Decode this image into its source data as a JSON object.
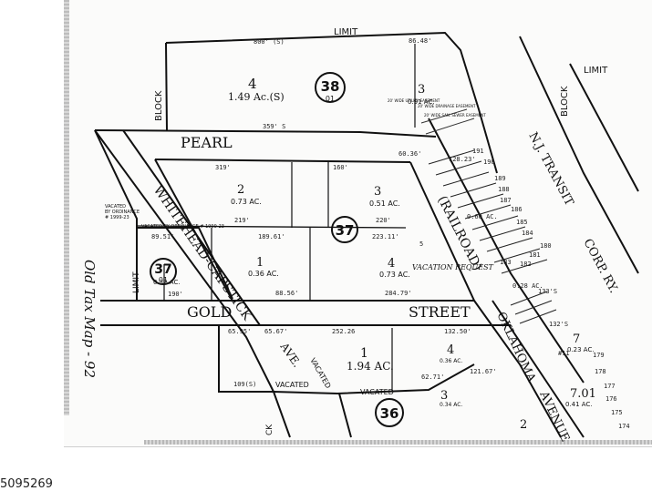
{
  "listing_id": "5095269",
  "margin_note": "Old Tax Map - 92",
  "blocks": {
    "b38": "38",
    "b38_sub": "01",
    "b37": "37",
    "b37_lot": "37",
    "b37_lot_sub": "01",
    "b36": "36"
  },
  "streets": {
    "pearl": "PEARL",
    "gold": "GOLD",
    "street": "STREET",
    "whitehead": "WHITEHEAD-CAPSTICK",
    "railroad": "(RAILROAD)",
    "oklahoma": "OKLAHOMA",
    "avenue": "AVENUE",
    "ave": "AVE.",
    "vacated": "VACATED",
    "nj_transit": "N.J. TRANSIT",
    "corp_ry": "CORP. RY.",
    "limit": "LIMIT",
    "block": "BLOCK",
    "ck": "CK"
  },
  "lots": [
    {
      "id": "4",
      "area": "1.49 Ac.(S)"
    },
    {
      "id": "3",
      "area": "0.91 AC."
    },
    {
      "id": "2",
      "area": "0.73 AC."
    },
    {
      "id": "3",
      "area": "0.51 AC."
    },
    {
      "id": "1",
      "area": "0.36 AC."
    },
    {
      "id": "4",
      "area": "0.73 AC."
    },
    {
      "id": "1",
      "area": "0.32 AC."
    },
    {
      "id": "1",
      "area": "1.94 AC."
    },
    {
      "id": "4",
      "area": "0.36 AC."
    },
    {
      "id": "3",
      "area": "0.34 AC."
    },
    {
      "id": "7",
      "area": "0.23 AC."
    },
    {
      "id": "7.01",
      "area": "0.41 AC."
    },
    {
      "id": "2",
      "area": ""
    }
  ],
  "notes": {
    "vacated_ord": "VACATED BY ORDINANCE # 1999-23",
    "vacated_by": "VACATED",
    "by_ordinance": "BY ORDINANCE",
    "ord_no": "# 1999-23",
    "vacation_request": "VACATION REQUEST",
    "easement_util": "20' WIDE UTILITY EASEMENT",
    "easement_drain": "20' WIDE DRAINAGE EASEMENT",
    "easement_sewer": "20' WIDE SAN. SEWER EASEMENT"
  },
  "dims": {
    "d800": "800' (S)",
    "d86": "86.48'",
    "d359": "359' S",
    "d319": "319'",
    "d160": "160'",
    "d219": "219'",
    "d220": "220'",
    "d189": "189.61'",
    "d223": "223.11'",
    "d89": "89.51'",
    "d190": "190'",
    "d88": "88.56'",
    "d284": "284.79'",
    "d252": "252.26",
    "d132": "132.50'",
    "d65a": "65.95'",
    "d65b": "65.67'",
    "d62": "62.71'",
    "d121": "121.67'",
    "d132s": "132'S",
    "d109": "109(S)",
    "d60": "60.36'",
    "d128": "128.23'",
    "d191": "191",
    "d190l": "190",
    "d189l": "189",
    "d188": "188",
    "d187": "187",
    "d186": "186",
    "d185": "185",
    "d184": "184",
    "d183": "183",
    "d182": "182",
    "d181": "181",
    "d180": "180",
    "d179": "179",
    "d178": "178",
    "d177": "177",
    "d176": "176",
    "d175": "175",
    "d174": "174",
    "d11": "#11",
    "d133": "133'S",
    "d028": "0.28 AC.",
    "d060": "0.60 AC.",
    "d5": "5"
  }
}
